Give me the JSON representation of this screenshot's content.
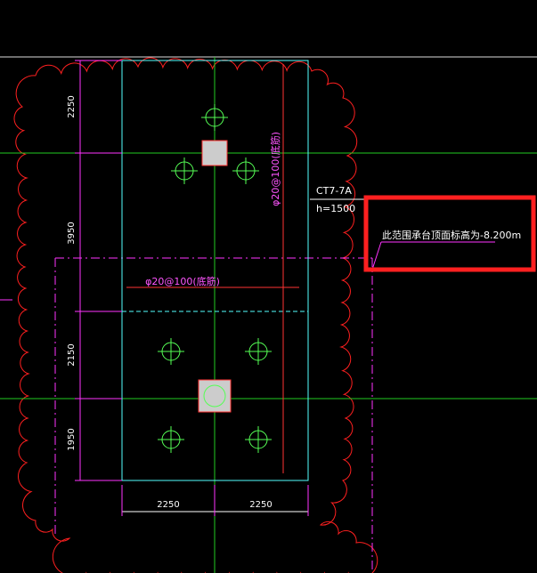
{
  "drawing": {
    "background": "#000000",
    "colors": {
      "cloud": "#ff2020",
      "axis": "#22cc22",
      "cap_outline": "#55ffff",
      "dimension": "#ff33ff",
      "pile": "#55ff55",
      "column_fill": "#cccccc",
      "highlight": "#ff2020",
      "rebar": "#ff3333"
    }
  },
  "dimensions": {
    "vertical": [
      "2250",
      "3950",
      "2150",
      "1950"
    ],
    "horizontal": [
      "2250",
      "2250"
    ]
  },
  "labels": {
    "rebar_vertical": "φ20@100(底筋)",
    "rebar_horizontal": "φ20@100(底筋)",
    "cap_id": "CT7-7A",
    "cap_height": "h=1500",
    "note": "此范围承台顶面标高为-8.200m"
  },
  "icons": {
    "pile": "pile-circle-icon",
    "column": "column-square-icon"
  }
}
